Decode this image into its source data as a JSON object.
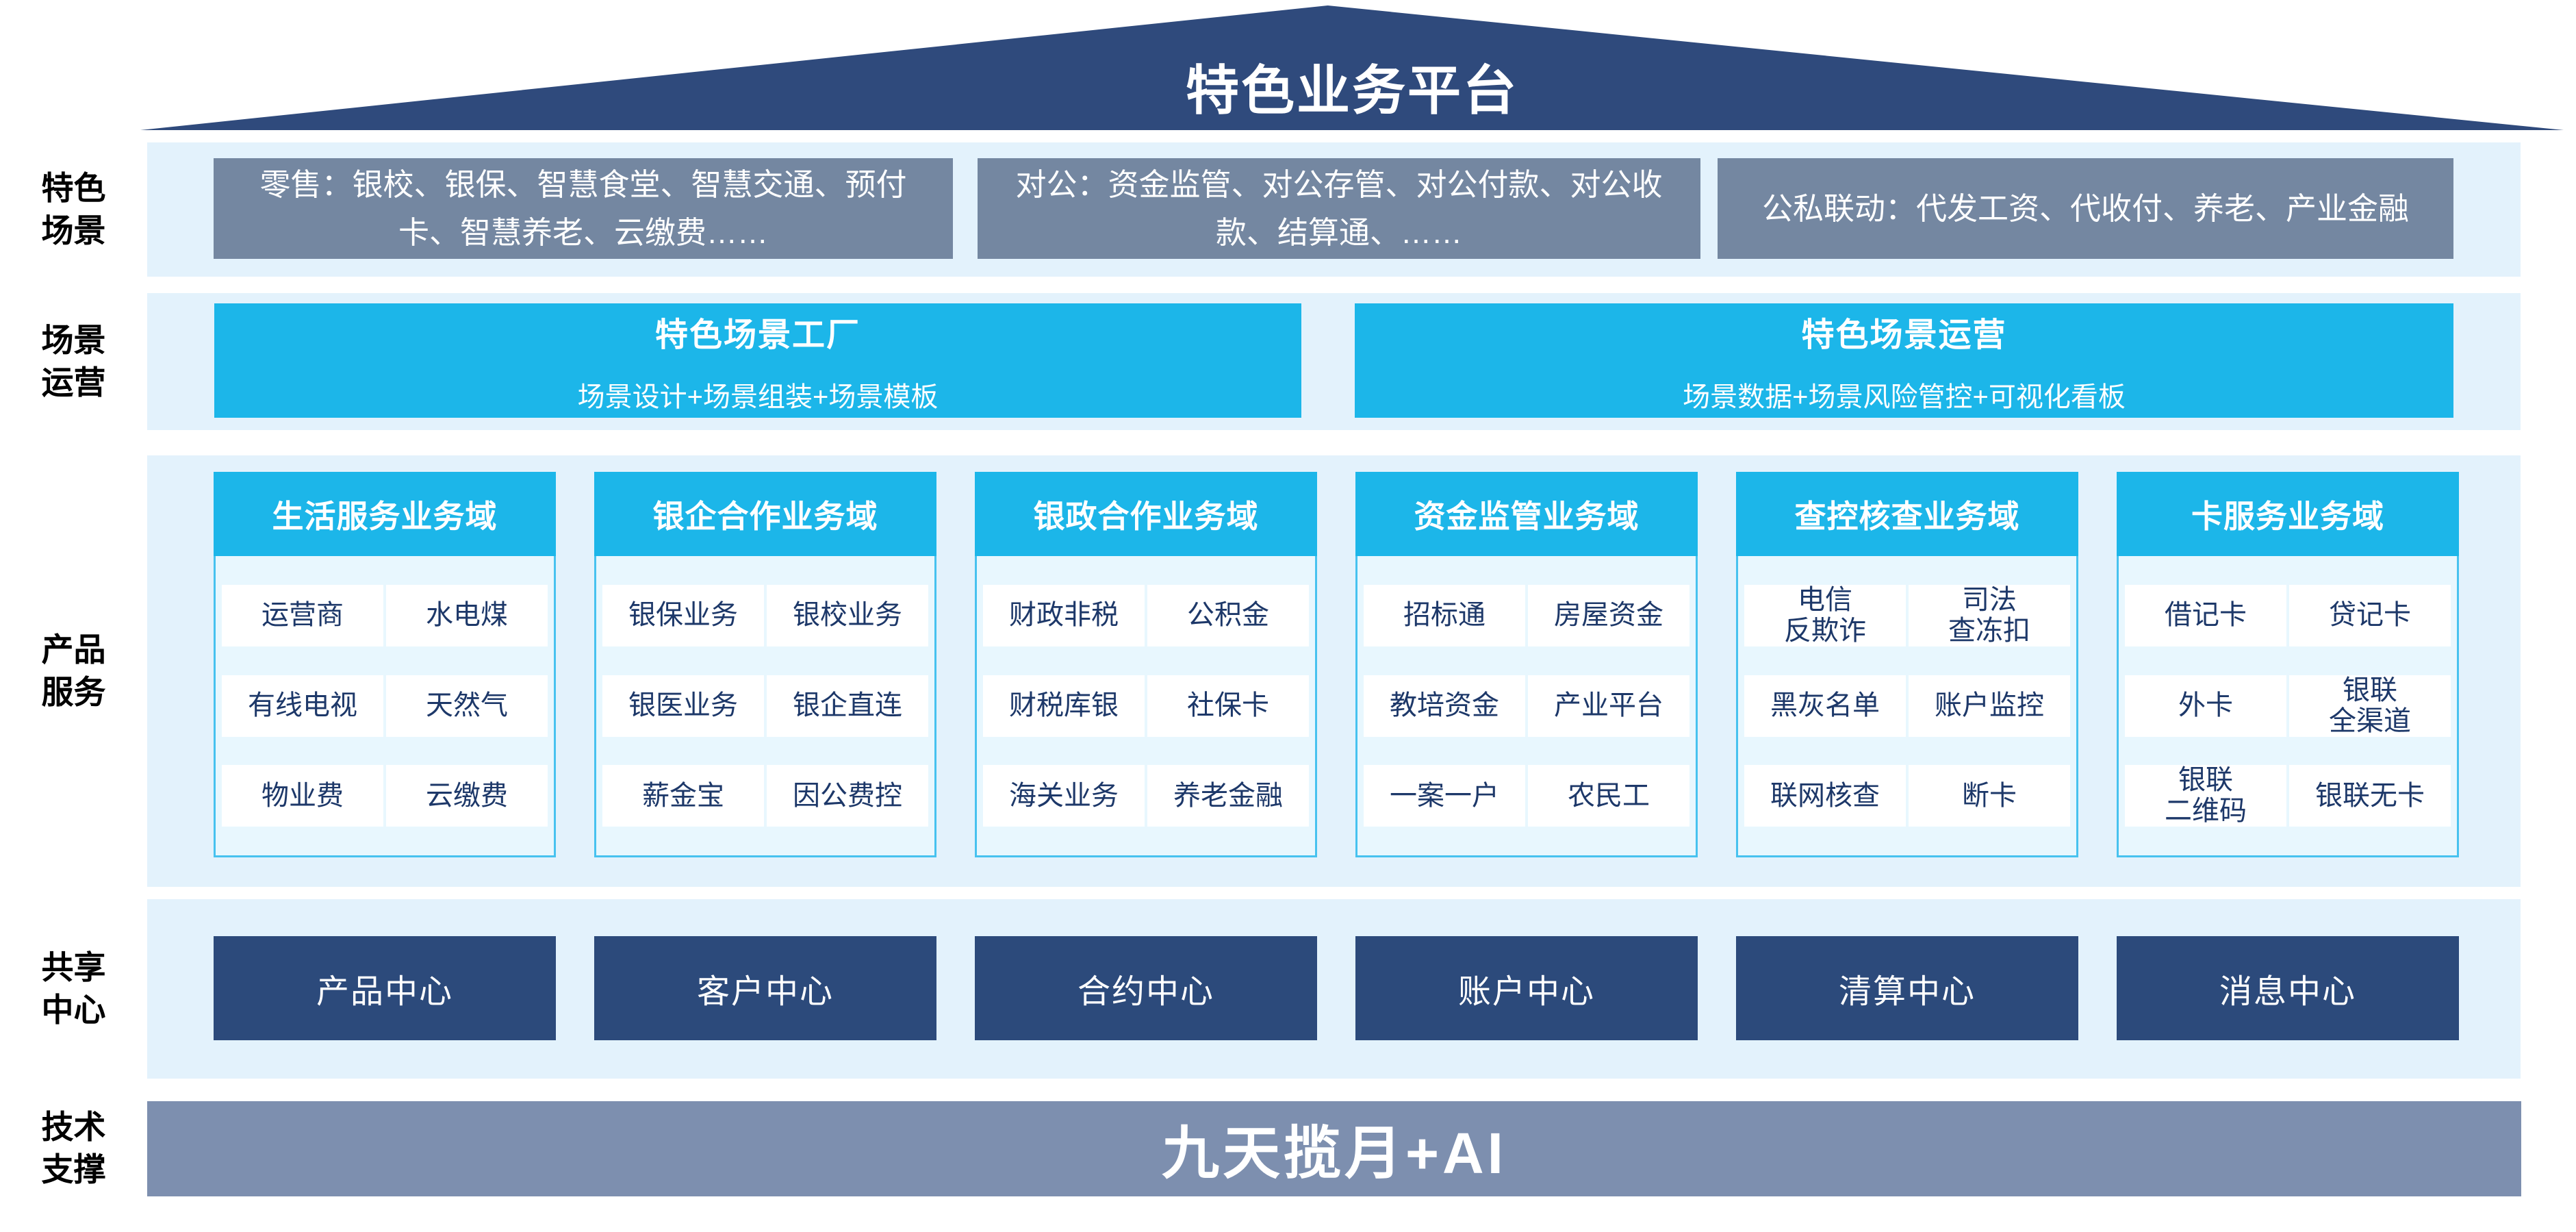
{
  "platform": {
    "title": "特色业务平台"
  },
  "side_labels": [
    "特色\n场景",
    "场景\n运营",
    "产品\n服务",
    "共享\n中心",
    "技术\n支撑"
  ],
  "scenario_row": {
    "boxes": [
      "零售：银校、银保、智慧食堂、智慧交通、预付卡、智慧养老、云缴费……",
      "对公：资金监管、对公存管、对公付款、对公收款、结算通、……",
      "公私联动：代发工资、代收付、养老、产业金融"
    ]
  },
  "operation_row": {
    "boxes": [
      {
        "title": "特色场景工厂",
        "subtitle": "场景设计+场景组装+场景模板"
      },
      {
        "title": "特色场景运营",
        "subtitle": "场景数据+场景风险管控+可视化看板"
      }
    ]
  },
  "product_row": {
    "columns": [
      {
        "header": "生活服务业务域",
        "cells": [
          "运营商",
          "水电煤",
          "有线电视",
          "天然气",
          "物业费",
          "云缴费"
        ]
      },
      {
        "header": "银企合作业务域",
        "cells": [
          "银保业务",
          "银校业务",
          "银医业务",
          "银企直连",
          "薪金宝",
          "因公费控"
        ]
      },
      {
        "header": "银政合作业务域",
        "cells": [
          "财政非税",
          "公积金",
          "财税库银",
          "社保卡",
          "海关业务",
          "养老金融"
        ]
      },
      {
        "header": "资金监管业务域",
        "cells": [
          "招标通",
          "房屋资金",
          "教培资金",
          "产业平台",
          "一案一户",
          "农民工"
        ]
      },
      {
        "header": "查控核查业务域",
        "cells": [
          "电信\n反欺诈",
          "司法\n查冻扣",
          "黑灰名单",
          "账户监控",
          "联网核查",
          "断卡"
        ]
      },
      {
        "header": "卡服务业务域",
        "cells": [
          "借记卡",
          "贷记卡",
          "外卡",
          "银联\n全渠道",
          "银联\n二维码",
          "银联无卡"
        ]
      }
    ]
  },
  "shared_row": {
    "centers": [
      "产品中心",
      "客户中心",
      "合约中心",
      "账户中心",
      "清算中心",
      "消息中心"
    ]
  },
  "tech_row": {
    "label": "九天揽月+AI"
  },
  "colors": {
    "roof": "#2F4A7C",
    "band": "#E3F2FC",
    "slate": "#7487A1",
    "cyan": "#1CB6E9",
    "colbody": "#E8F7FE",
    "colborder": "#47C2EF",
    "celltext": "#1D3869",
    "navy": "#2C4A7B",
    "techbar": "#7D8FAF"
  }
}
